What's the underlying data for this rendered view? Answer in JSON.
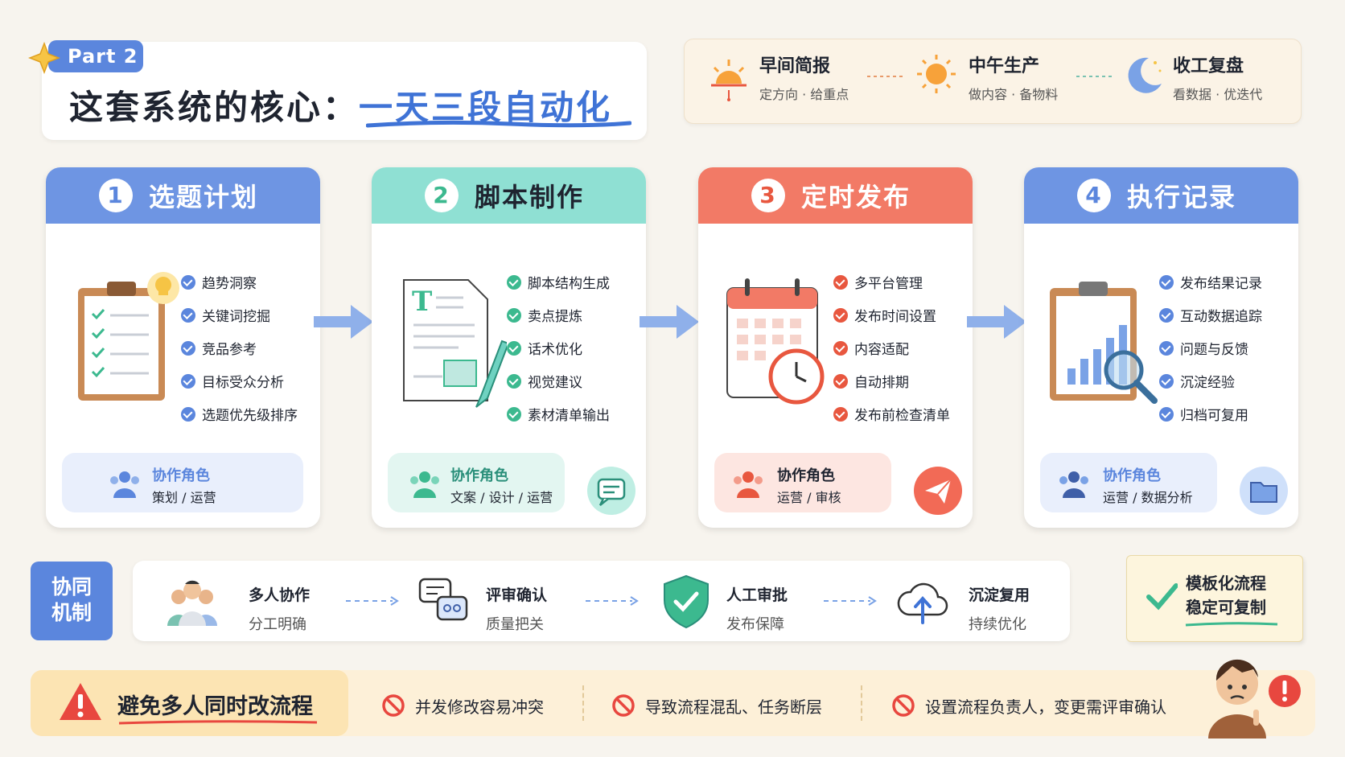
{
  "header": {
    "part_label": "Part 2",
    "title_prefix": "这套系统的核心：",
    "title_highlight": "一天三段自动化"
  },
  "phases": [
    {
      "title": "早间简报",
      "sub": "定方向 · 给重点",
      "icon": "sunrise-icon"
    },
    {
      "title": "中午生产",
      "sub": "做内容 · 备物料",
      "icon": "sun-icon"
    },
    {
      "title": "收工复盘",
      "sub": "看数据 · 优迭代",
      "icon": "moon-icon"
    }
  ],
  "cards": [
    {
      "num": "1",
      "title": "选题计划",
      "color": "#5b86dd",
      "dot": "#5b86dd",
      "items": [
        "趋势洞察",
        "关键词挖掘",
        "竞品参考",
        "目标受众分析",
        "选题优先级排序"
      ],
      "role_title": "协作角色",
      "role_sub": "策划 / 运营"
    },
    {
      "num": "2",
      "title": "脚本制作",
      "color": "#6fd2c1",
      "dot": "#3cb98f",
      "items": [
        "脚本结构生成",
        "卖点提炼",
        "话术优化",
        "视觉建议",
        "素材清单输出"
      ],
      "role_title": "协作角色",
      "role_sub": "文案 / 设计 / 运营"
    },
    {
      "num": "3",
      "title": "定时发布",
      "color": "#f0725f",
      "dot": "#e8573f",
      "items": [
        "多平台管理",
        "发布时间设置",
        "内容适配",
        "自动排期",
        "发布前检查清单"
      ],
      "role_title": "协作角色",
      "role_sub": "运营 / 审核"
    },
    {
      "num": "4",
      "title": "执行记录",
      "color": "#5b86dd",
      "dot": "#5b86dd",
      "items": [
        "发布结果记录",
        "互动数据追踪",
        "问题与反馈",
        "沉淀经验",
        "归档可复用"
      ],
      "role_title": "协作角色",
      "role_sub": "运营 / 数据分析"
    }
  ],
  "collab": {
    "tag_line1": "协同",
    "tag_line2": "机制",
    "steps": [
      {
        "title": "多人协作",
        "sub": "分工明确"
      },
      {
        "title": "评审确认",
        "sub": "质量把关"
      },
      {
        "title": "人工审批",
        "sub": "发布保障"
      },
      {
        "title": "沉淀复用",
        "sub": "持续优化"
      }
    ],
    "template_line1": "模板化流程",
    "template_line2": "稳定可复制"
  },
  "warning": {
    "title": "避免多人同时改流程",
    "items": [
      "并发修改容易冲突",
      "导致流程混乱、任务断层",
      "设置流程负责人，变更需评审确认"
    ]
  }
}
